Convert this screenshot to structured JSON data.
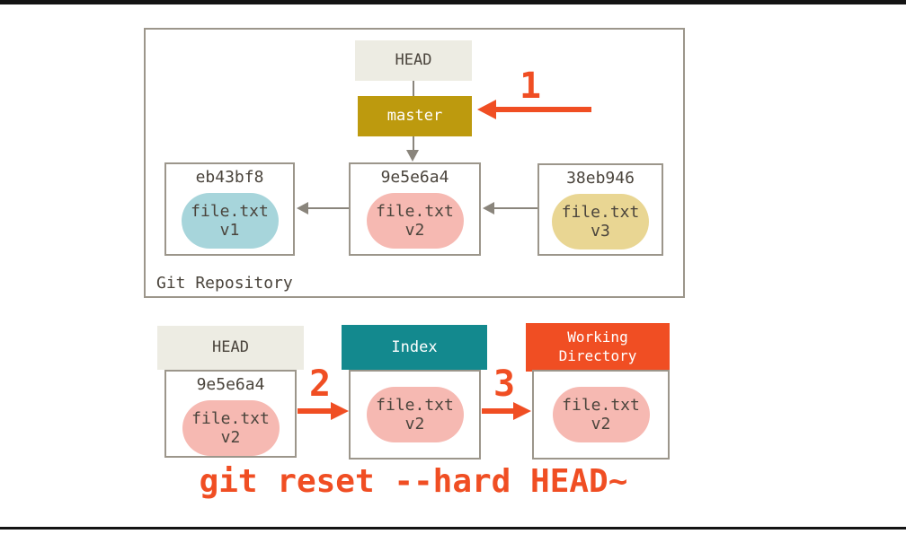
{
  "repo": {
    "label": "Git Repository",
    "head_label": "HEAD",
    "branch_label": "master",
    "commits": [
      {
        "hash": "eb43bf8",
        "file": "file.txt",
        "version": "v1",
        "color": "#a7d5db"
      },
      {
        "hash": "9e5e6a4",
        "file": "file.txt",
        "version": "v2",
        "color": "#f6b9b2"
      },
      {
        "hash": "38eb946",
        "file": "file.txt",
        "version": "v3",
        "color": "#e9d693"
      }
    ]
  },
  "steps": {
    "one": "1",
    "two": "2",
    "three": "3"
  },
  "bottom": {
    "head": {
      "title": "HEAD",
      "title_bg": "#edece3",
      "hash": "9e5e6a4",
      "file": "file.txt",
      "version": "v2",
      "blob_color": "#f6b9b2"
    },
    "index": {
      "title": "Index",
      "title_bg": "#13898e",
      "file": "file.txt",
      "version": "v2",
      "blob_color": "#f6b9b2"
    },
    "working": {
      "title": "Working\nDirectory",
      "title_bg": "#f04e23",
      "file": "file.txt",
      "version": "v2",
      "blob_color": "#f6b9b2"
    }
  },
  "caption": "git reset --hard HEAD~",
  "colors": {
    "accent_red": "#f04e23",
    "branch_gold": "#bd9a0e",
    "index_teal": "#13898e",
    "head_bg": "#edece3",
    "border_gray": "#9c968b",
    "arrow_gray": "#8a857c",
    "text_dark": "#4a443c"
  }
}
